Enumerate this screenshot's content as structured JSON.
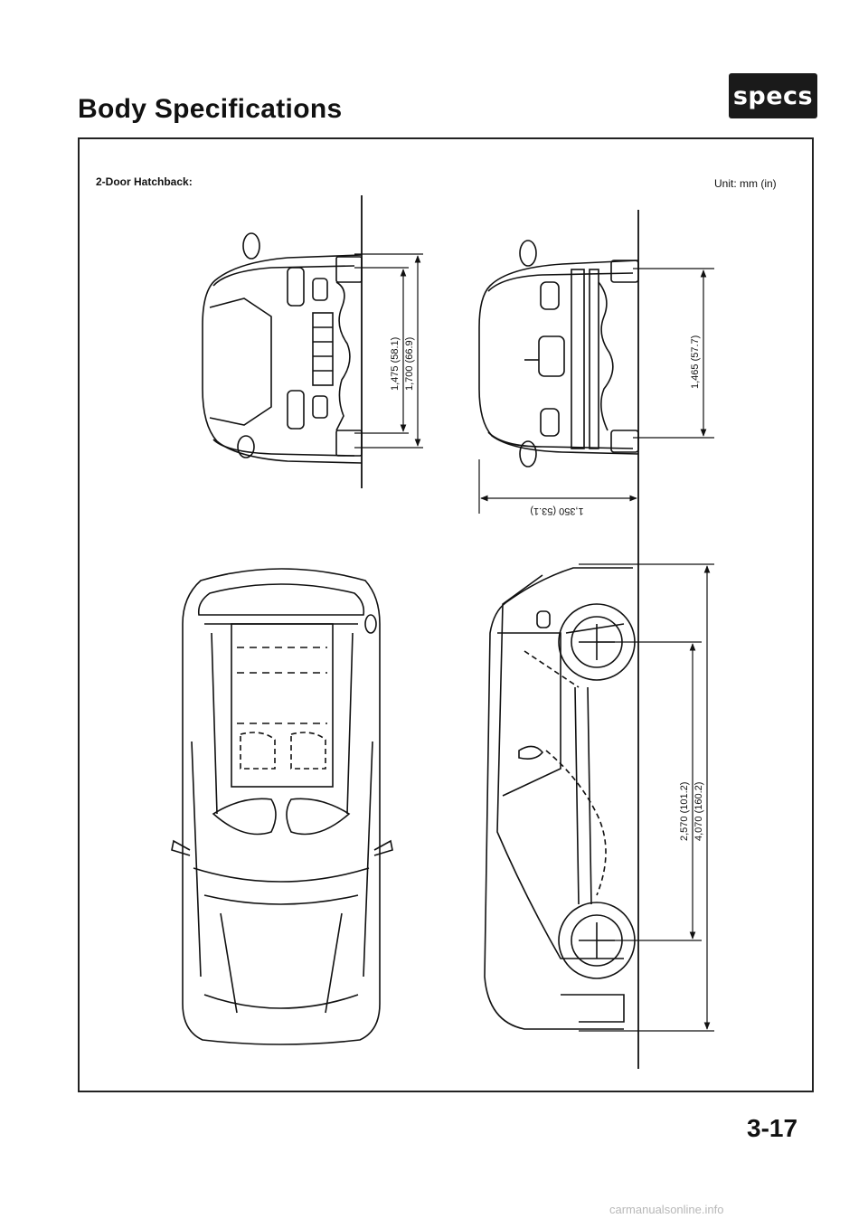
{
  "header": {
    "title": "Body Specifications",
    "badge": "specs"
  },
  "diagram": {
    "body_type": "2-Door Hatchback:",
    "unit": "Unit: mm (in)",
    "dimensions": {
      "front_tread": "1,475 (58.1)",
      "overall_width": "1,700 (66.9)",
      "rear_tread": "1,465 (57.7)",
      "overall_height": "1,350 (53.1)",
      "wheelbase": "2,570 (101.2)",
      "overall_length": "4,070 (160.2)"
    }
  },
  "footer": {
    "page_number": "3-17",
    "watermark": "carmanualsonline.info"
  }
}
